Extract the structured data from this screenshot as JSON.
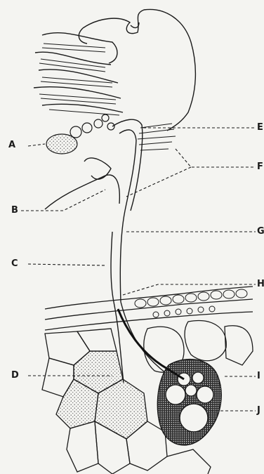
{
  "diagram": {
    "labels_left": [
      {
        "id": "A",
        "text": "A"
      },
      {
        "id": "B",
        "text": "B"
      },
      {
        "id": "C",
        "text": "C"
      },
      {
        "id": "D",
        "text": "D"
      }
    ],
    "labels_right": [
      {
        "id": "E",
        "text": "E"
      },
      {
        "id": "F",
        "text": "F"
      },
      {
        "id": "G",
        "text": "G"
      },
      {
        "id": "H",
        "text": "H"
      },
      {
        "id": "I",
        "text": "I"
      },
      {
        "id": "J",
        "text": "J"
      }
    ]
  },
  "colors": {
    "ink": "#1a1a1a",
    "paper": "#f4f4f1",
    "stipple": "#6a6a6a"
  }
}
